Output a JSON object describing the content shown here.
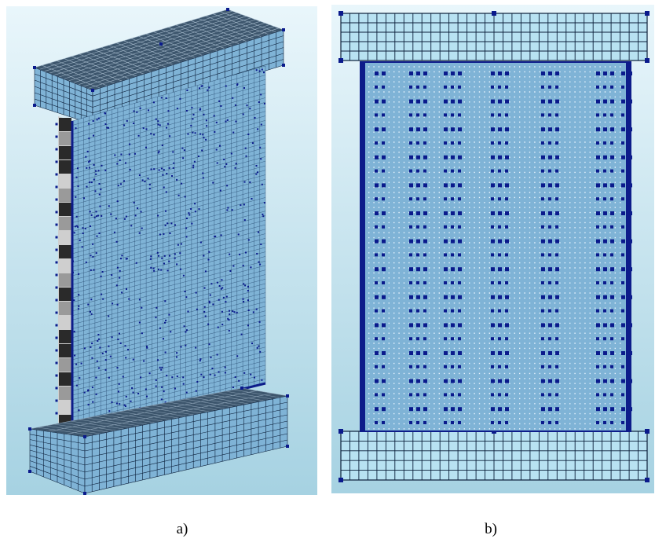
{
  "captions": {
    "a": "a)",
    "b": "b)"
  },
  "colors": {
    "background_gradient_top": "#e9f6fb",
    "background_gradient_bottom": "#a6d2e2",
    "mesh_fill": "#7fb3d6",
    "mesh_fill_light": "#b8e2f2",
    "mesh_fill_top": "#3d566d",
    "mesh_line": "#0b1f3a",
    "node_marker": "#0a1a8c",
    "wall_edge": "#0d1c8a",
    "side_edge_dark": "#2a2a2a",
    "side_edge_light": "#cfcfcf"
  },
  "panel_a": {
    "view": "3d-wall-finite-element-mesh"
  },
  "panel_b": {
    "view": "front-elevation-finite-element-mesh"
  }
}
